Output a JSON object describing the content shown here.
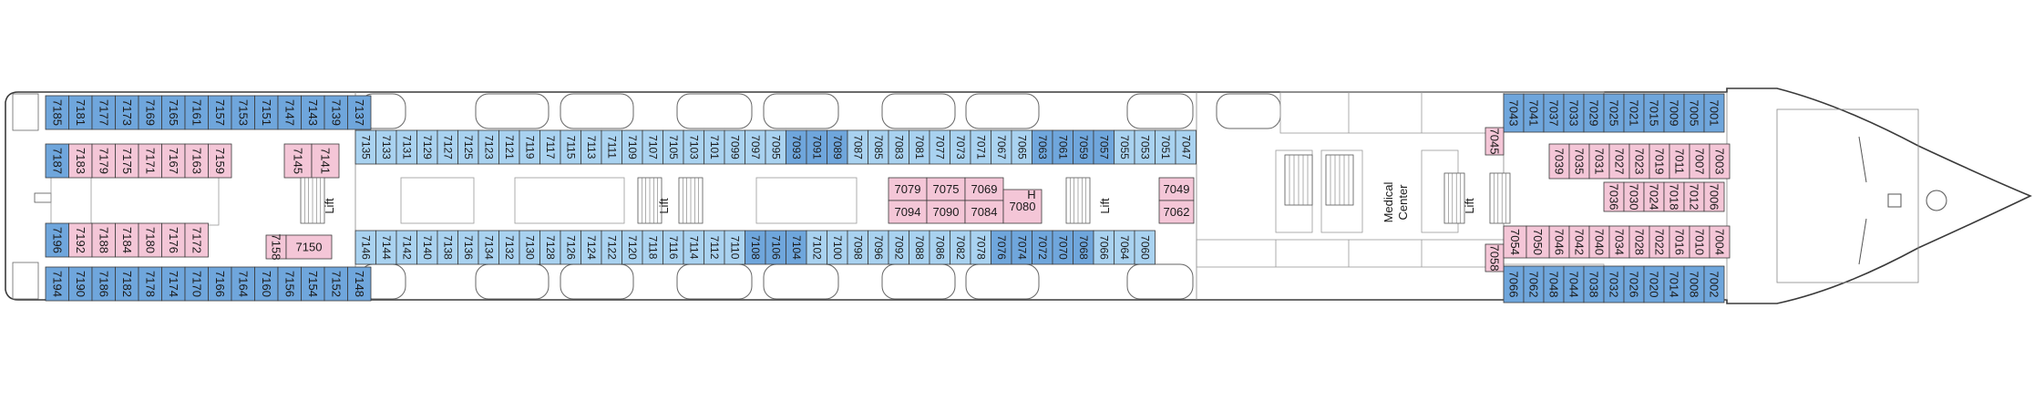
{
  "colors": {
    "blue": "#6fa6dc",
    "light_blue": "#a9d2f0",
    "pink": "#f4c6d7",
    "outline": "#3a3a3a",
    "text": "#1a1a1a"
  },
  "labels": {
    "lift": "Lift",
    "medical_line1": "Medical",
    "medical_line2": "Center",
    "hotel_h": "H"
  },
  "cabins": {
    "aft_top_row1": [
      "7185",
      "7181",
      "7177",
      "7173",
      "7169",
      "7165",
      "7161",
      "7157",
      "7153",
      "7151",
      "7147",
      "7143",
      "7139",
      "7137"
    ],
    "aft_top_row2": [
      "7187",
      "7183",
      "7179",
      "7175",
      "7171",
      "7167",
      "7163",
      "7159"
    ],
    "aft_top_pair": [
      "7145",
      "7141"
    ],
    "aft_bot_row1": [
      "7196",
      "7192",
      "7188",
      "7184",
      "7180",
      "7176",
      "7172"
    ],
    "aft_bot_pair": [
      "7158",
      "7150"
    ],
    "aft_bot_row2": [
      "7194",
      "7190",
      "7186",
      "7182",
      "7178",
      "7174",
      "7170",
      "7166",
      "7164",
      "7160",
      "7156",
      "7154",
      "7152",
      "7148"
    ],
    "mid_top": [
      "7135",
      "7133",
      "7131",
      "7129",
      "7127",
      "7125",
      "7123",
      "7121",
      "7119",
      "7117",
      "7115",
      "7113",
      "7111",
      "7109",
      "7107",
      "7105",
      "7103",
      "7101",
      "7099",
      "7097",
      "7095",
      "7093",
      "7091",
      "7089",
      "7087",
      "7085",
      "7083",
      "7081",
      "7077",
      "7073",
      "7071",
      "7067",
      "7065",
      "7063",
      "7061",
      "7059",
      "7057",
      "7055",
      "7053",
      "7051",
      "7047"
    ],
    "mid_bot": [
      "7146",
      "7144",
      "7142",
      "7140",
      "7138",
      "7136",
      "7134",
      "7132",
      "7130",
      "7128",
      "7126",
      "7124",
      "7122",
      "7120",
      "7118",
      "7116",
      "7114",
      "7112",
      "7110",
      "7108",
      "7106",
      "7104",
      "7102",
      "7100",
      "7098",
      "7096",
      "7092",
      "7088",
      "7086",
      "7082",
      "7078",
      "7076",
      "7074",
      "7072",
      "7070",
      "7068",
      "7066",
      "7064",
      "7060"
    ],
    "suites_center": [
      "7079",
      "7075",
      "7069",
      "7094",
      "7090",
      "7084",
      "7080"
    ],
    "suites_right": [
      "7049",
      "7062"
    ],
    "fwd_top_row1": [
      "7043",
      "7041",
      "7037",
      "7033",
      "7029",
      "7025",
      "7021",
      "7015",
      "7009",
      "7005",
      "7001"
    ],
    "fwd_top_row2": [
      "7039",
      "7035",
      "7031",
      "7027",
      "7023",
      "7019",
      "7011",
      "7007",
      "7003"
    ],
    "fwd_bot_row1": [
      "7046",
      "7042",
      "7040",
      "7034",
      "7028",
      "7022",
      "7016",
      "7010",
      "7004"
    ],
    "fwd_mid_row": [
      "7036",
      "7030",
      "7024",
      "7018",
      "7012",
      "7006"
    ],
    "fwd_bot_row2": [
      "7066",
      "7062",
      "7048",
      "7044",
      "7038",
      "7032",
      "7026",
      "7020",
      "7014",
      "7008",
      "7002"
    ],
    "fwd_singles": [
      "7045",
      "7058",
      "7054",
      "7050"
    ]
  }
}
